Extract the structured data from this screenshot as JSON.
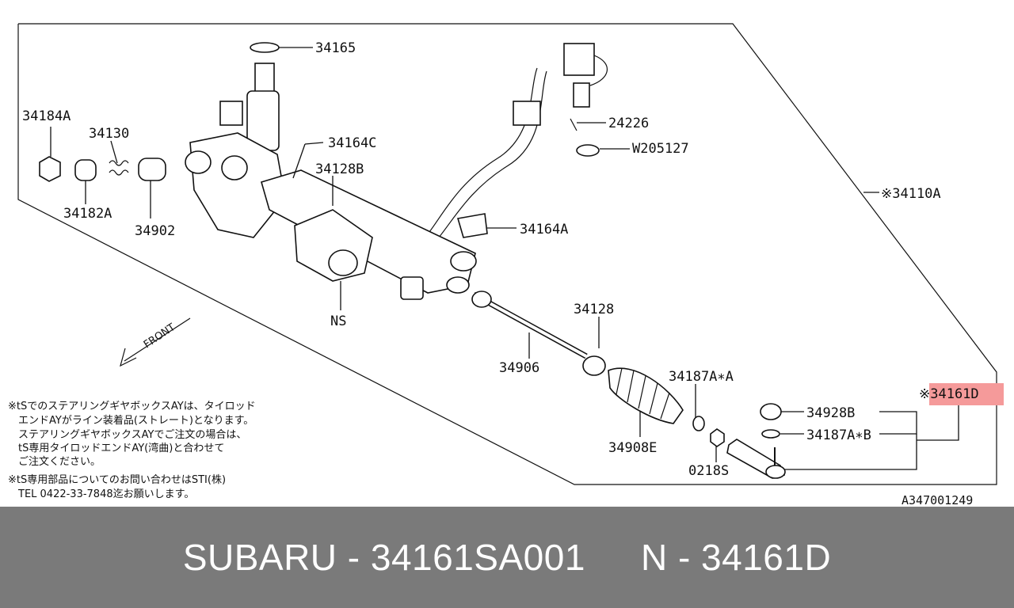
{
  "diagram": {
    "labels": {
      "p34165": "34165",
      "p34184a": "34184A",
      "p34130": "34130",
      "p34164c": "34164C",
      "p34128b": "34128B",
      "p24226": "24226",
      "pw205127": "W205127",
      "p34110a": "※34110A",
      "p34182a": "34182A",
      "p34902": "34902",
      "p34164a": "34164A",
      "pns": "NS",
      "p34128": "34128",
      "p34906": "34906",
      "p34187a_a": "34187A∗A",
      "p34928b": "34928B",
      "p34187a_b": "34187A∗B",
      "p34908e": "34908E",
      "p0218s": "0218S",
      "p34161d": "※34161D",
      "front": "FRONT"
    },
    "highlight_color": "#f59a9a",
    "notes": [
      "※tSでのステアリングギヤボックスAYは、タイロッド",
      "　エンドAYがライン装着品(ストレート)となります。",
      "　ステアリングギヤボックスAYでご注文の場合は、",
      "　tS専用タイロッドエンドAY(湾曲)と合わせて",
      "　ご注文ください。",
      "※tS専用部品についてのお問い合わせはSTI(株)",
      "　TEL 0422-33-7848迄お願いします。"
    ],
    "diagram_code": "A347001249"
  },
  "footer": {
    "left": "SUBARU - 34161SA001",
    "right": "N - 34161D"
  }
}
